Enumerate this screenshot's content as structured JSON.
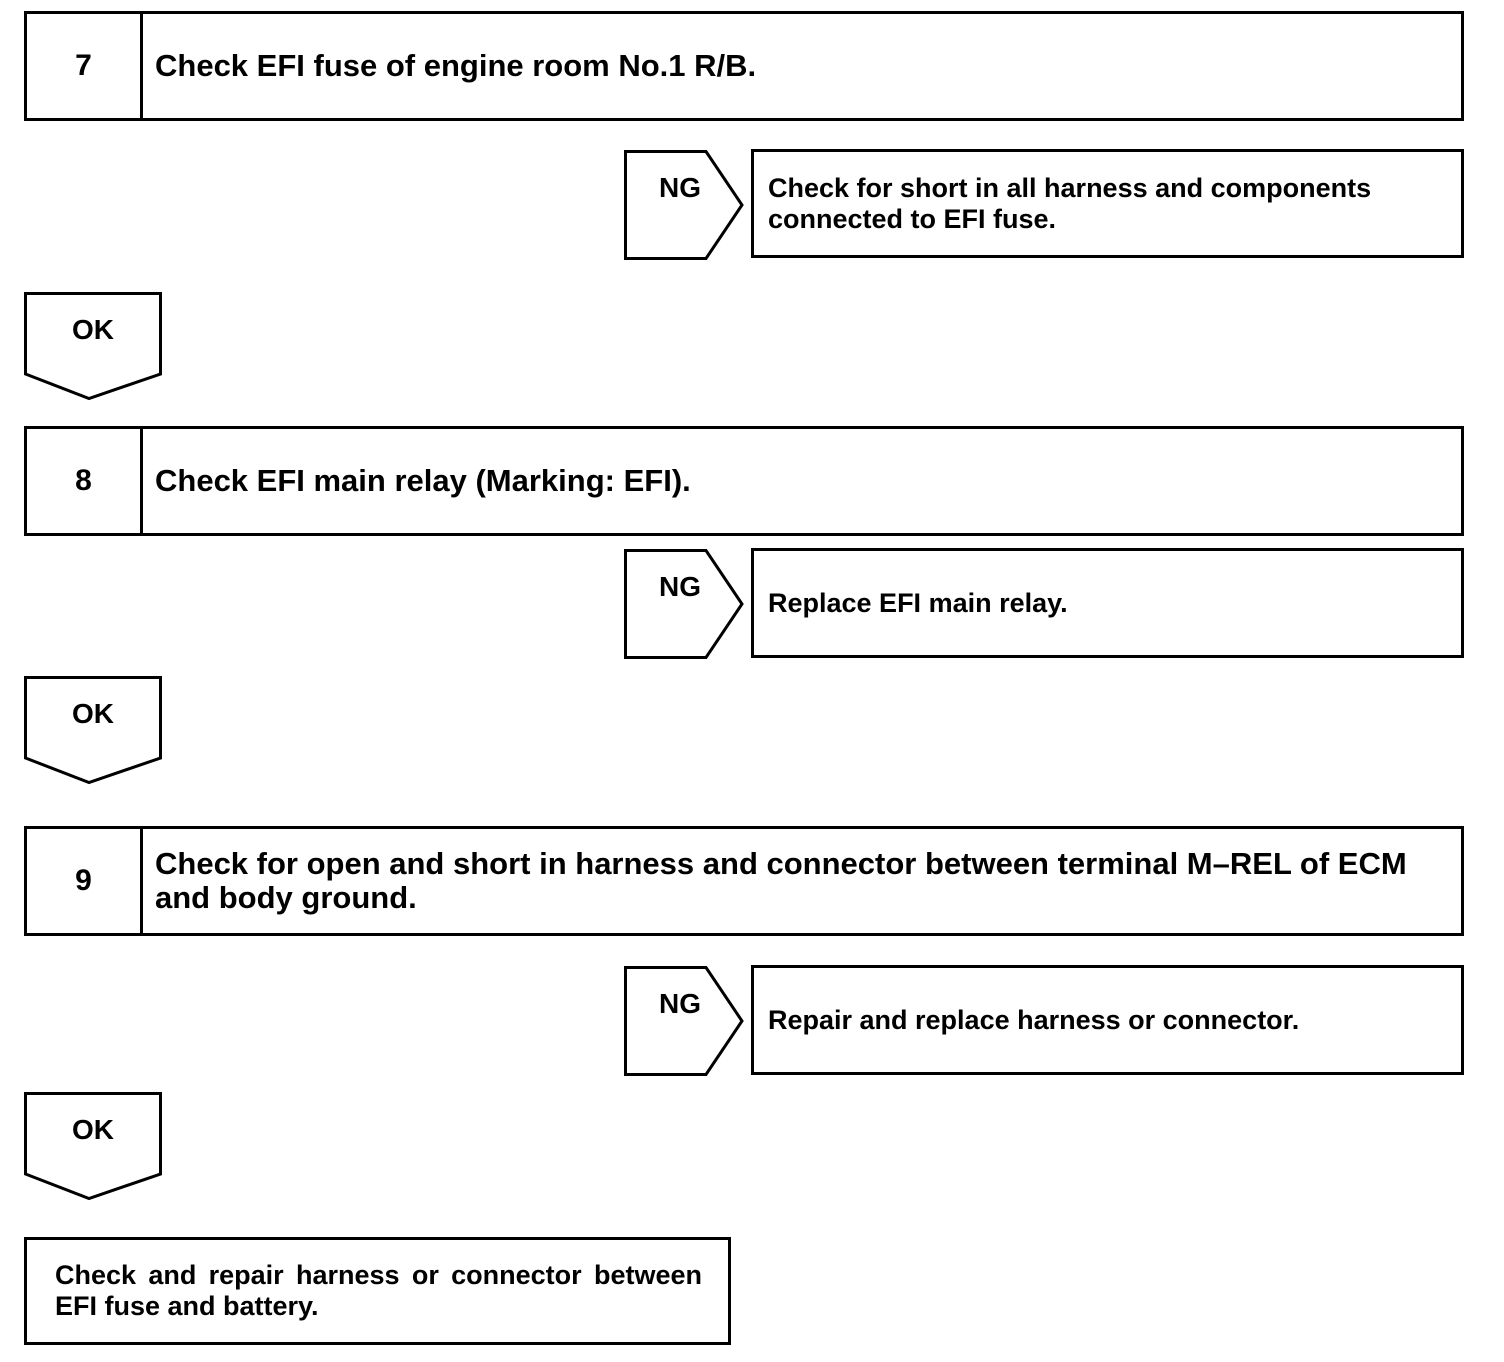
{
  "steps": [
    {
      "number": "7",
      "title": "Check EFI fuse of engine room No.1 R/B.",
      "ng_label": "NG",
      "ng_action": "Check for short in all harness and components connected to EFI fuse.",
      "ok_label": "OK"
    },
    {
      "number": "8",
      "title": "Check EFI main relay (Marking: EFI).",
      "ng_label": "NG",
      "ng_action": "Replace EFI main relay.",
      "ok_label": "OK"
    },
    {
      "number": "9",
      "title": "Check for open and short in harness and connector between terminal M–REL of ECM and body ground.",
      "ng_label": "NG",
      "ng_action": "Repair and replace harness or connector.",
      "ok_label": "OK"
    }
  ],
  "final_action": "Check and repair harness or connector between EFI fuse and battery."
}
